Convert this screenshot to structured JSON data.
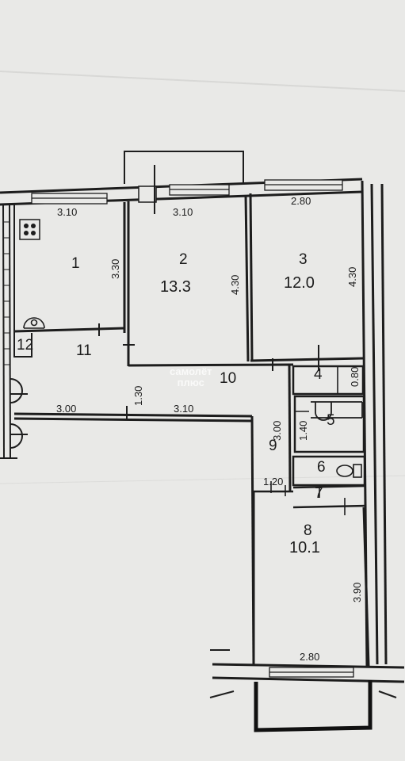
{
  "rooms": [
    {
      "number": "1",
      "area": ""
    },
    {
      "number": "2",
      "area": "13.3"
    },
    {
      "number": "3",
      "area": "12.0"
    },
    {
      "number": "4",
      "area": ""
    },
    {
      "number": "5",
      "area": ""
    },
    {
      "number": "6",
      "area": ""
    },
    {
      "number": "7",
      "area": ""
    },
    {
      "number": "8",
      "area": "10.1"
    },
    {
      "number": "9",
      "area": ""
    },
    {
      "number": "10",
      "area": ""
    },
    {
      "number": "11",
      "area": ""
    },
    {
      "number": "12",
      "area": ""
    }
  ],
  "dimensions": {
    "r1_width": "3.10",
    "r1_depth": "3.30",
    "r2_width": "3.10",
    "r2_depth": "4.30",
    "r3_width": "2.80",
    "r3_depth": "4.30",
    "hall_width": "1.30",
    "hall_left": "3.00",
    "hall_right": "3.10",
    "r9_length": "3.00",
    "r5_width": "1.40",
    "r4_width": "0.80",
    "r9_width": "1.20",
    "r8_depth": "3.90",
    "r8_width": "2.80"
  },
  "watermark": {
    "line1": "самолёт",
    "line2": "плюс"
  },
  "colors": {
    "wall": "#1d1d1d",
    "paper": "#e9e9e7",
    "watermark": "#ffffff"
  }
}
